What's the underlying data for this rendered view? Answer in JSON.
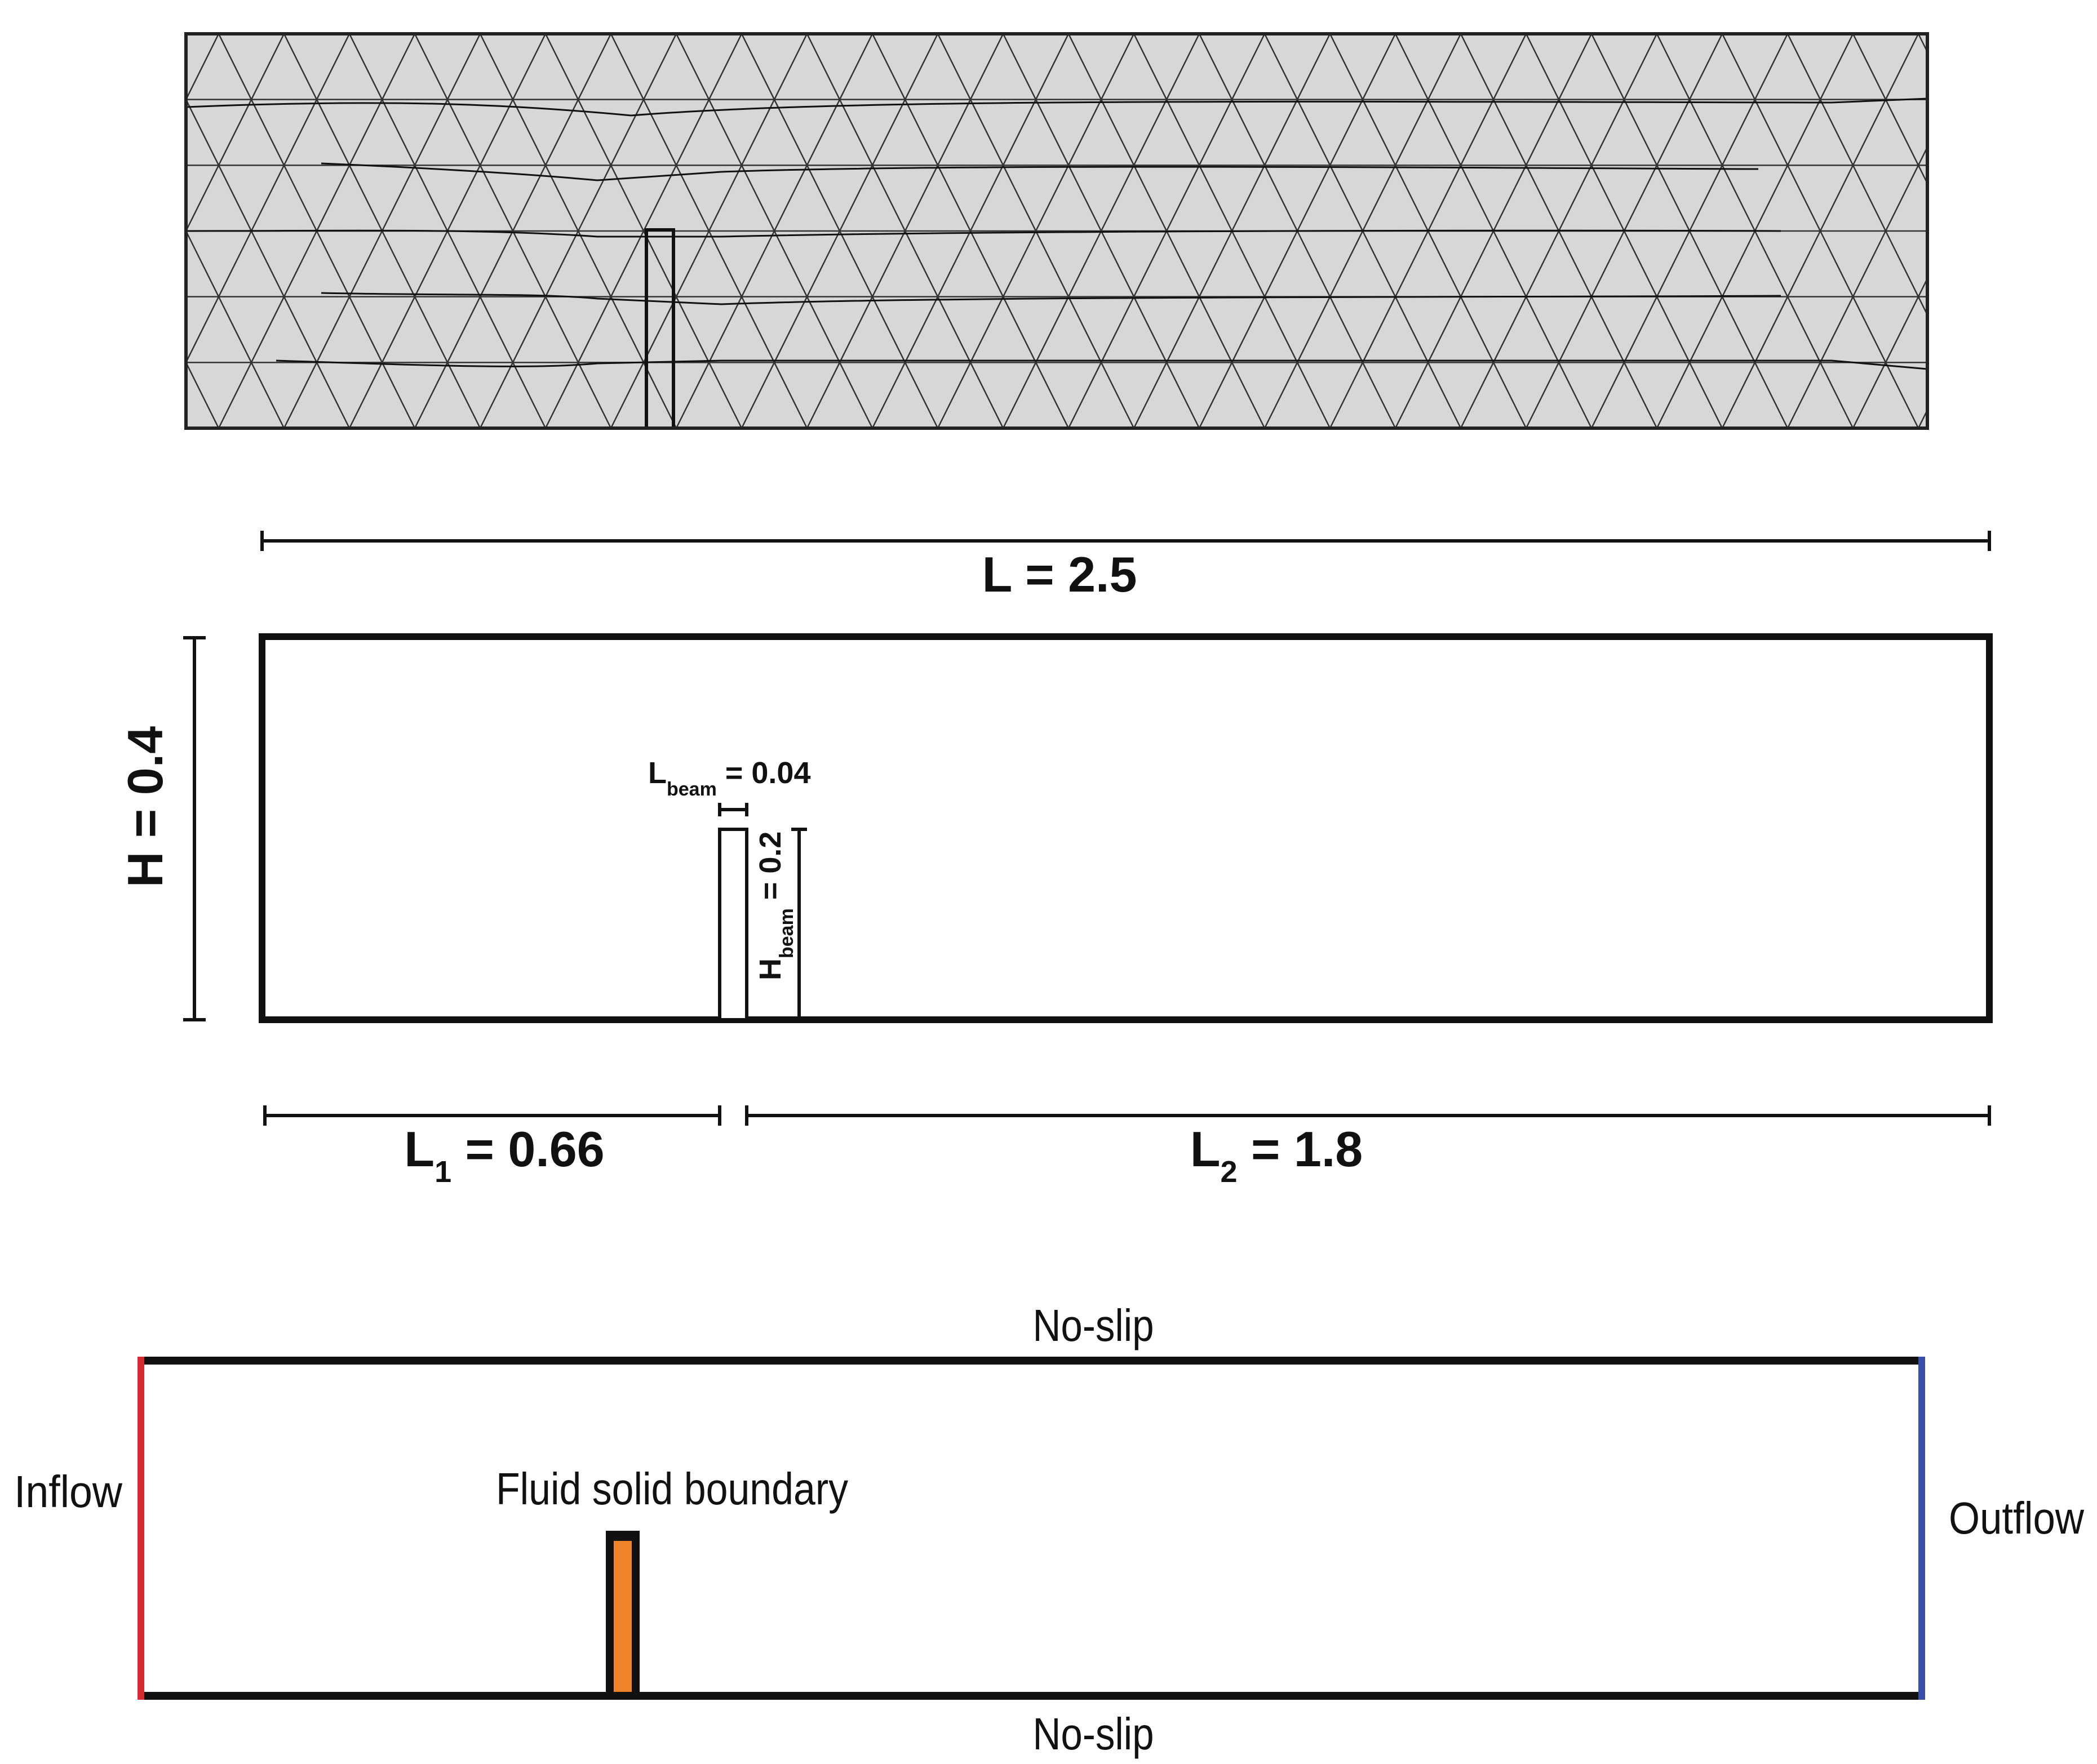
{
  "dimensions": {
    "length": {
      "symbol": "L",
      "value": "2.5"
    },
    "height": {
      "symbol": "H",
      "value": "0.4"
    },
    "beam_length": {
      "symbol": "L",
      "sub": "beam",
      "value": "0.04"
    },
    "beam_height": {
      "symbol": "H",
      "sub": "beam",
      "value": "0.2"
    },
    "upstream": {
      "symbol": "L",
      "sub": "1",
      "value": "0.66"
    },
    "downstream": {
      "symbol": "L",
      "sub": "2",
      "value": "1.8"
    }
  },
  "boundaries": {
    "top": "No-slip",
    "bottom": "No-slip",
    "left": "Inflow",
    "right": "Outflow",
    "interface": "Fluid solid boundary"
  },
  "colors": {
    "mesh_fill": "#d7d7d7",
    "mesh_lines": "#333333",
    "inflow": "#d62b33",
    "outflow": "#3a4fa8",
    "beam_fill": "#f08228",
    "outline": "#111111"
  }
}
